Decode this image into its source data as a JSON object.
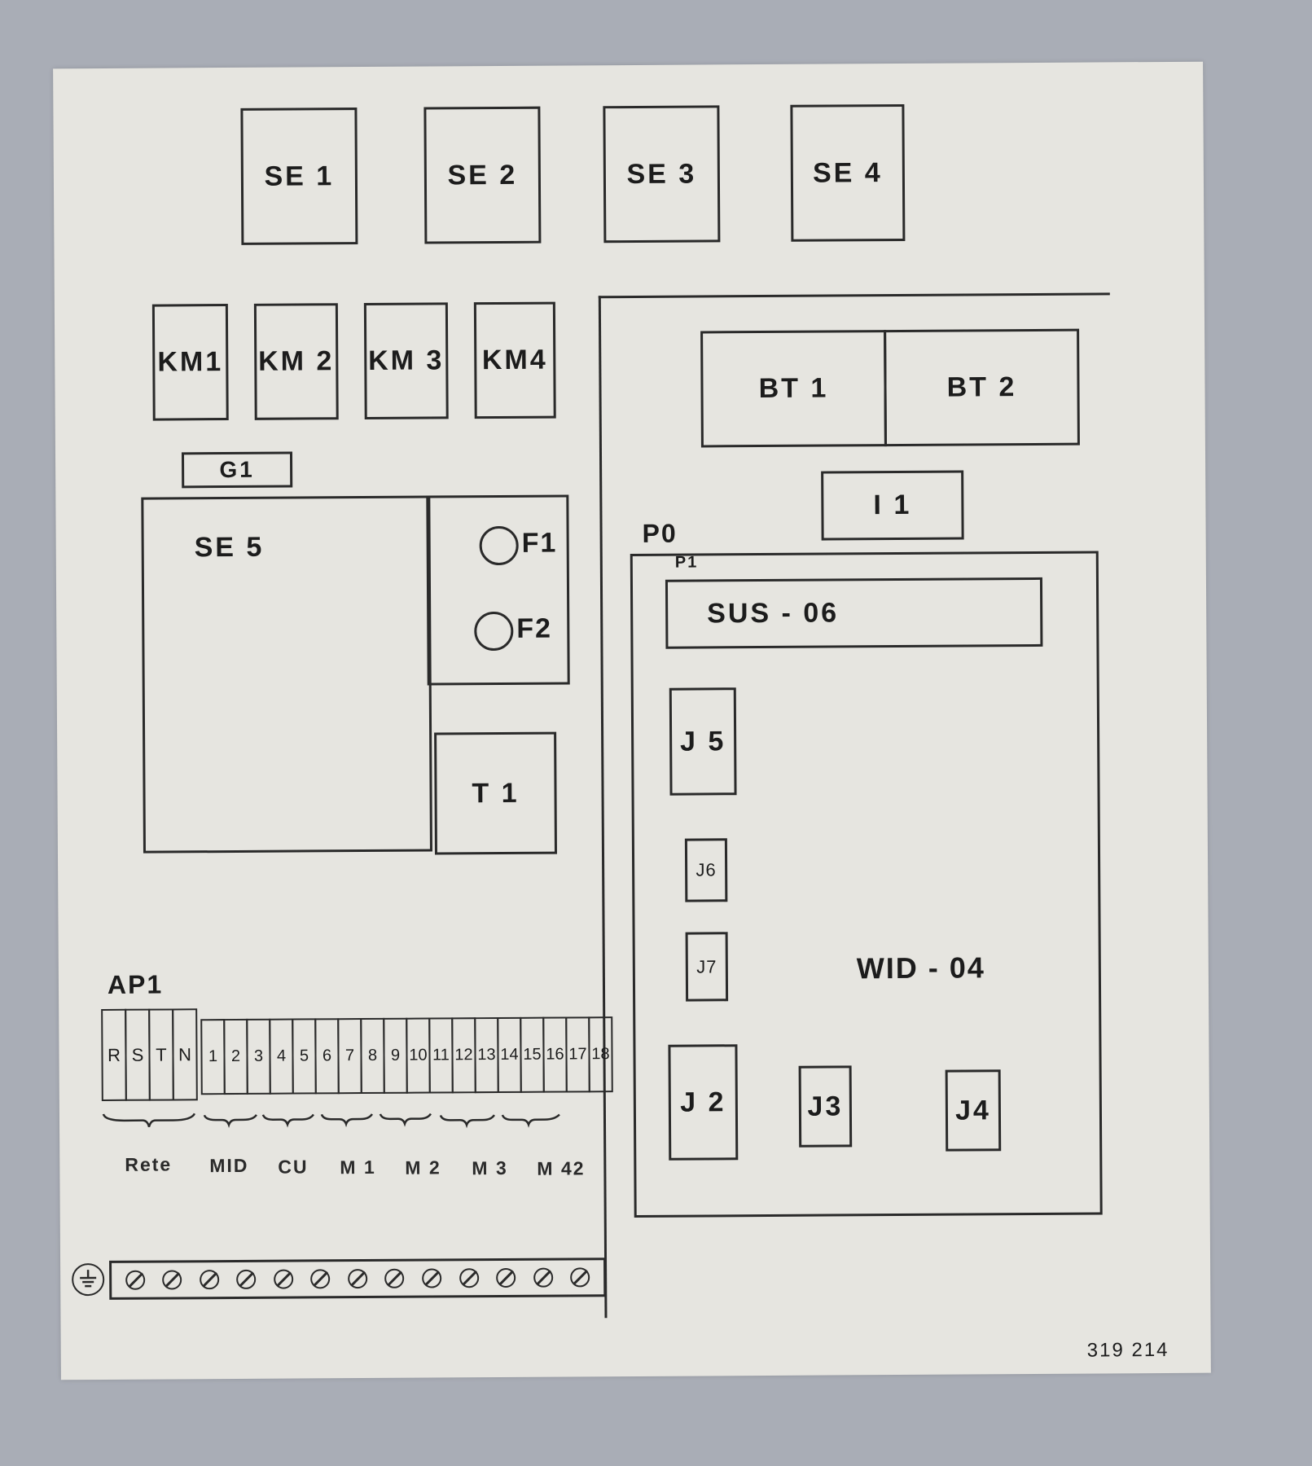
{
  "sheet": {
    "relays": [
      "SE 1",
      "SE 2",
      "SE 3",
      "SE 4"
    ],
    "contactors": [
      "KM1",
      "KM 2",
      "KM 3",
      "KM4"
    ],
    "g1": "G1",
    "se5": "SE 5",
    "fuses": [
      "F1",
      "F2"
    ],
    "t1": "T 1",
    "bt1": "BT 1",
    "bt2": "BT 2",
    "i1": "I 1",
    "p0": "P0",
    "p1": "P1",
    "sus": "SUS - 06",
    "wid": "WID - 04",
    "jumpers": {
      "j2": "J 2",
      "j3": "J3",
      "j4": "J4",
      "j5": "J 5",
      "j6": "J6",
      "j7": "J7"
    },
    "terminal_block": {
      "label": "AP1",
      "phase_terminals": [
        "R",
        "S",
        "T",
        "N"
      ],
      "numbered_terminals": [
        "1",
        "2",
        "3",
        "4",
        "5",
        "6",
        "7",
        "8",
        "9",
        "10",
        "11",
        "12",
        "13",
        "14",
        "15",
        "16",
        "17",
        "18"
      ],
      "groups": [
        "Rete",
        "MID",
        "CU",
        "M 1",
        "M 2",
        "M 3",
        "M 42"
      ]
    },
    "part_number": "319 214"
  }
}
